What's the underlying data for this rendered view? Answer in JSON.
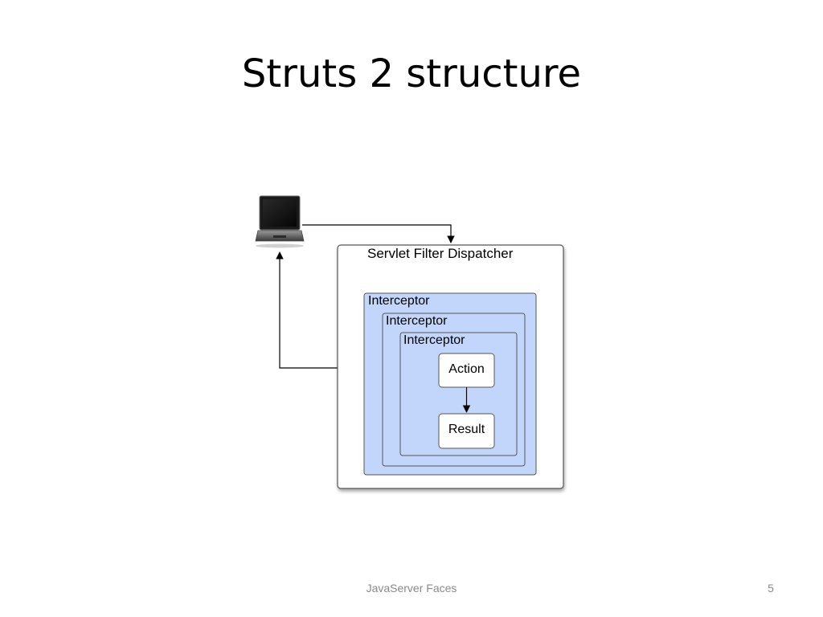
{
  "slide": {
    "title": "Struts 2 structure",
    "footer": "JavaServer Faces",
    "page_number": "5"
  },
  "diagram": {
    "client_icon": "laptop-icon",
    "dispatcher_label": "Servlet Filter Dispatcher",
    "interceptor_1_label": "Interceptor",
    "interceptor_2_label": "Interceptor",
    "interceptor_3_label": "Interceptor",
    "action_label": "Action",
    "result_label": "Result",
    "colors": {
      "interceptor_fill": "#c2d6fc",
      "box_border": "#555555",
      "box_fill": "#ffffff",
      "arrow": "#000000"
    }
  }
}
